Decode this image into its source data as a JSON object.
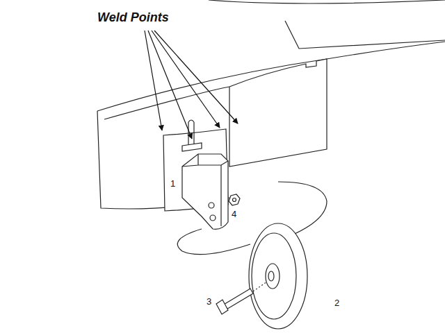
{
  "diagram": {
    "labels": [
      "Weld Points",
      "1",
      "2",
      "3",
      "4"
    ]
  }
}
